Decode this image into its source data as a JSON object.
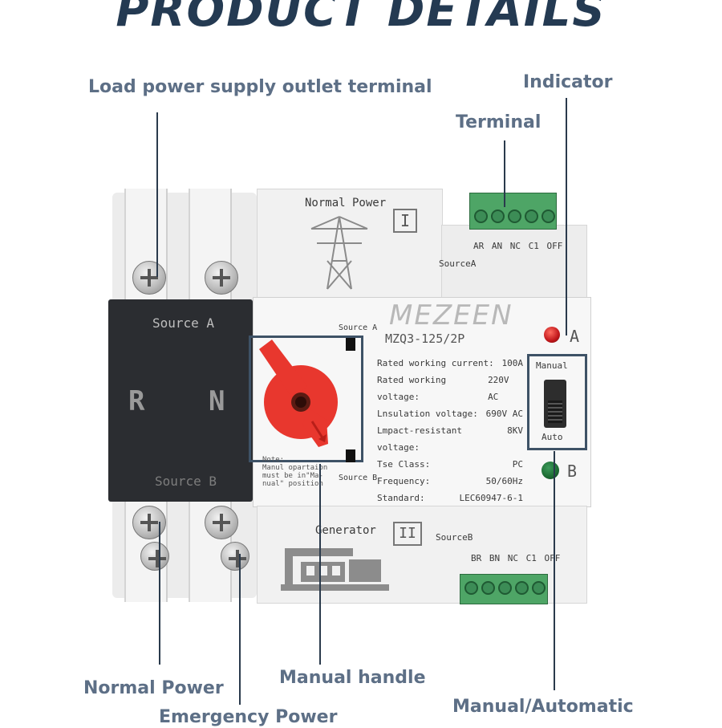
{
  "heading": "PRODUCT DETAILS",
  "callouts": {
    "load_outlet": "Load power supply outlet terminal",
    "indicator": "Indicator",
    "terminal": "Terminal",
    "normal_power": "Normal Power",
    "emergency_power": "Emergency Power",
    "manual_handle": "Manual handle",
    "manual_automatic": "Manual/Automatic"
  },
  "device": {
    "brand": "MEZEEN",
    "model": "MZQ3-125/2P",
    "specs": [
      {
        "label": "Rated working current:",
        "value": "100A"
      },
      {
        "label": "Rated working voltage:",
        "value": "220V AC"
      },
      {
        "label": "Lnsulation voltage:",
        "value": "690V AC"
      },
      {
        "label": "Lmpact-resistant voltage:",
        "value": "8KV"
      },
      {
        "label": "Tse Class:",
        "value": "PC"
      },
      {
        "label": "Frequency:",
        "value": "50/60Hz"
      },
      {
        "label": "Standard:",
        "value": "LEC60947-6-1"
      }
    ],
    "normal_power_label": "Normal Power",
    "generator_label": "Generator",
    "roman_one": "I",
    "roman_two": "II",
    "source_a_top": "SourceA",
    "source_b_bottom": "SourceB",
    "terminals_a": "AR AN NC C1 OFF",
    "terminals_b": "BR BN NC C1 OFF",
    "panel_source_a": "Source A",
    "panel_source_b": "Source B",
    "panel_r": "R",
    "panel_n": "N",
    "handle_source_a": "Source A",
    "handle_source_b": "Source B",
    "note": "Note:\nManul opartaion\nmust be in\"Ma-\nnual\" position",
    "switch_manual": "Manual",
    "switch_auto": "Auto",
    "indicator_a": "A",
    "indicator_b": "B"
  },
  "colors": {
    "heading": "#243a52",
    "callout": "#5d6f86",
    "handle": "#e8372e",
    "terminal_green": "#3c8c56",
    "led_red": "#c0161a",
    "led_green": "#1c6b32"
  }
}
